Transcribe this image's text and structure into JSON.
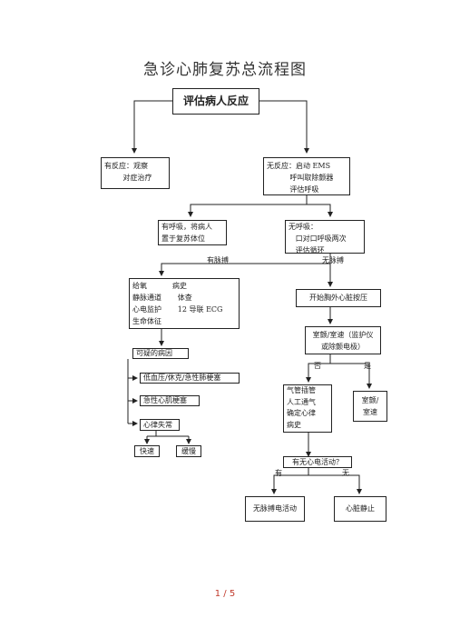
{
  "title": "急诊心肺复苏总流程图",
  "nodes": {
    "assess": "评估病人反应",
    "responsive": [
      "有反应：观察",
      "        对症治疗"
    ],
    "unresponsive": [
      "无反应：启动 EMS",
      "          呼叫取除颤器",
      "          评估呼吸"
    ],
    "breathing": [
      "有呼吸，将病人",
      "置于复苏体位"
    ],
    "not_breathing": [
      "无呼吸：",
      "   口对口呼吸两次",
      "   评估循环"
    ],
    "pulse_care": [
      "给氧           病史",
      "静脉通道       体查",
      "心电监护       12 导联 ECG",
      "生命体征"
    ],
    "start_cpr": "开始胸外心脏按压",
    "vf_check": [
      "室颤/室速（监护仪",
      "或除颤电极）"
    ],
    "possible_causes": "可疑的病因",
    "cause_shock": "低血压/休克/急性肺梗塞",
    "cause_mi": "急性心肌梗塞",
    "cause_arrhythmia": "心律失常",
    "tachy": "快速",
    "brady": "缓慢",
    "airway": [
      "气管插管",
      "人工通气",
      "确定心律",
      "病史"
    ],
    "vf_vt": [
      "室颤/",
      "室速"
    ],
    "electrical_activity": "有无心电活动？",
    "pea": "无脉搏电活动",
    "asystole": "心脏静止"
  },
  "labels": {
    "pulse": "有脉搏",
    "no_pulse": "无脉搏",
    "no": "否",
    "yes": "是",
    "has": "有",
    "none": "无"
  },
  "footer": {
    "page": "1  /  5"
  },
  "colors": {
    "line": "#222222",
    "footer": "#c0392b"
  }
}
